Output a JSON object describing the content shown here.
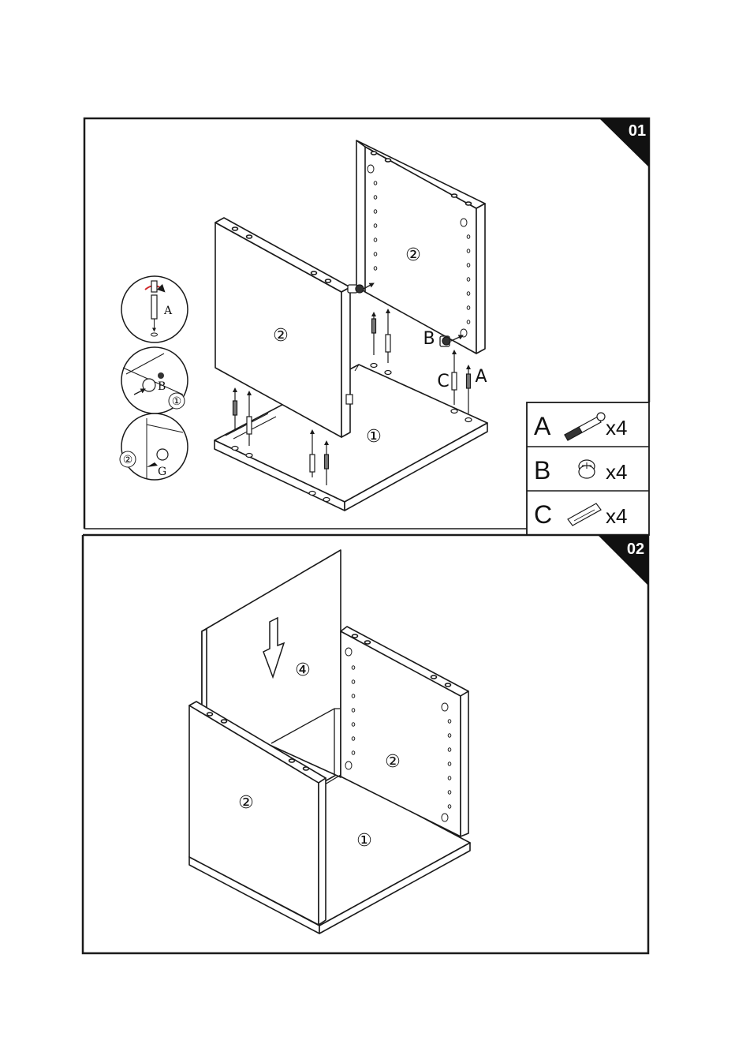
{
  "steps": [
    {
      "number": "01",
      "labels": {
        "part_1": "①",
        "part_2_left": "②",
        "part_2_right": "②",
        "fitting_a": "A",
        "fitting_b": "B",
        "fitting_c": "C"
      },
      "detail_callouts": {
        "cam_bolt_letter": "A",
        "cam_lock_letter": "B",
        "cam_lock_part": "①",
        "tighten_part": "②",
        "tighten_tool": "G"
      },
      "parts_list": [
        {
          "letter": "A",
          "quantity": "x4",
          "icon": "cam-bolt-icon"
        },
        {
          "letter": "B",
          "quantity": "x4",
          "icon": "cam-lock-icon"
        },
        {
          "letter": "C",
          "quantity": "x4",
          "icon": "wooden-dowel-icon"
        }
      ]
    },
    {
      "number": "02",
      "labels": {
        "part_4": "④",
        "part_2_left": "②",
        "part_2_right": "②",
        "part_1": "①"
      },
      "arrow": "down-arrow-icon"
    }
  ],
  "colors": {
    "line": "#1a1a1a",
    "background": "#ffffff",
    "badge": "#111111",
    "accent_red": "#d0282b"
  }
}
